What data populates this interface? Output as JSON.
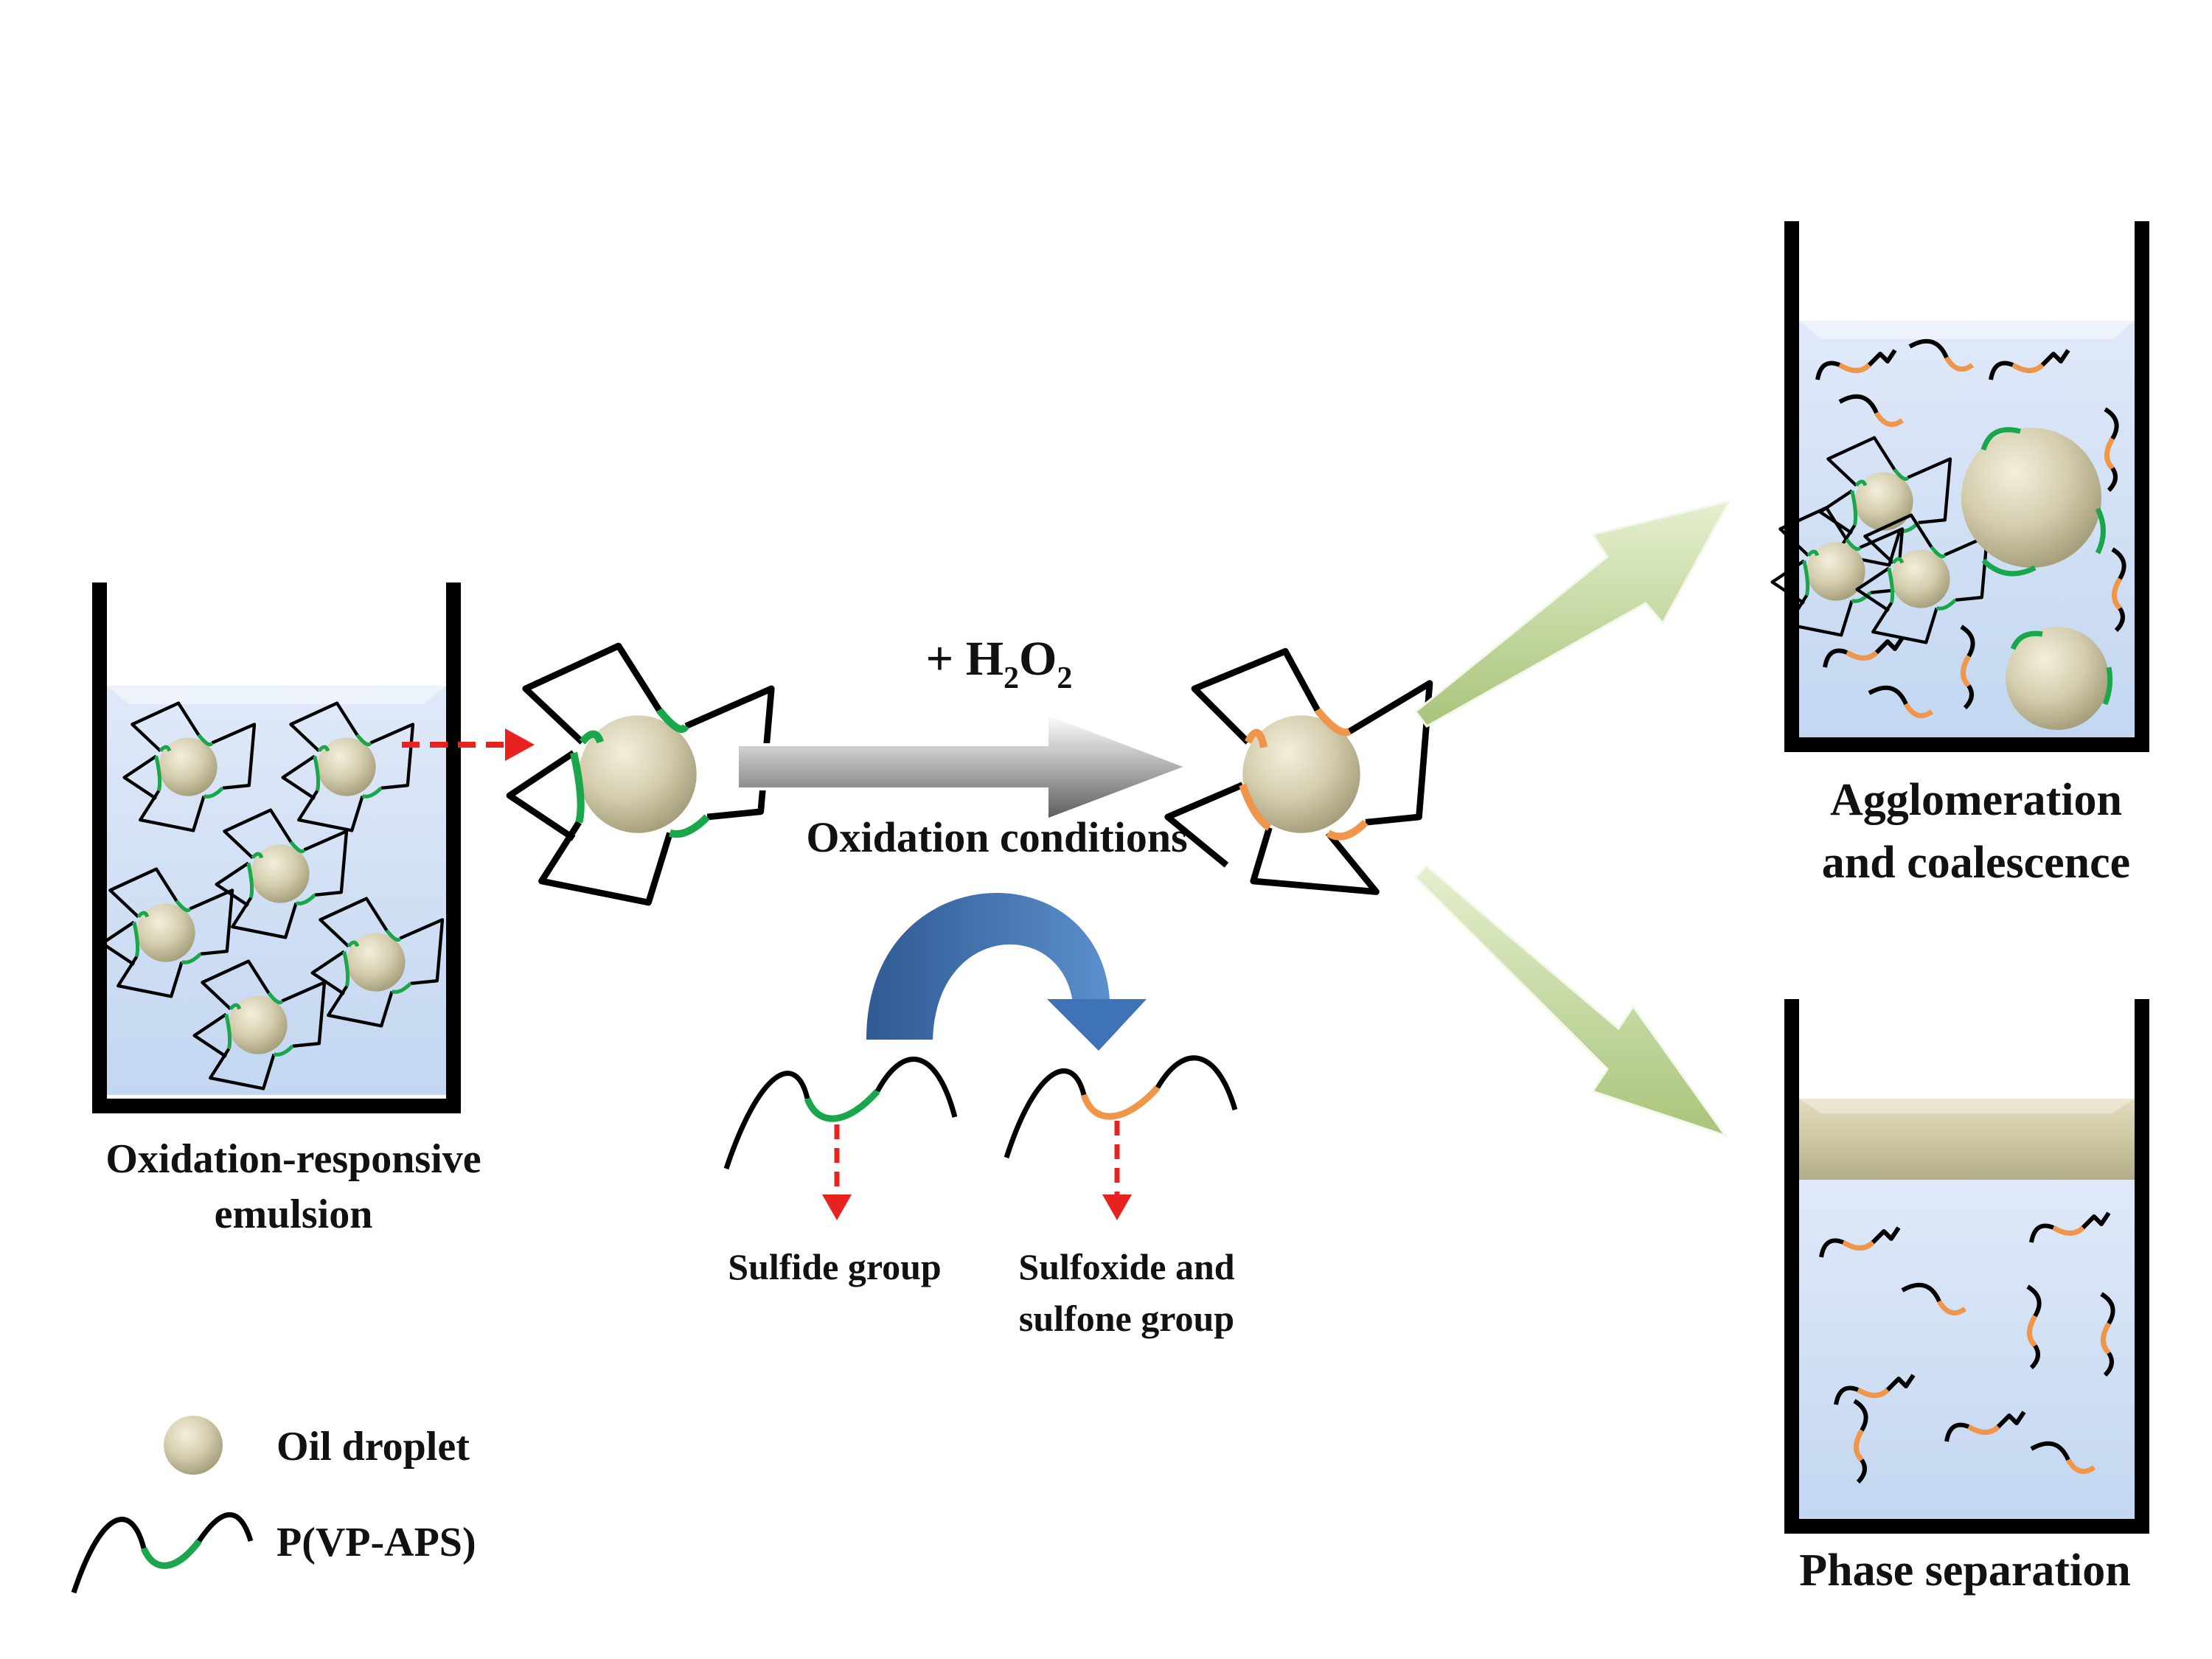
{
  "labels": {
    "emulsion_line1": "Oxidation-responsive",
    "emulsion_line2": "emulsion",
    "reagent_prefix": "+ H",
    "reagent_sub1": "2",
    "reagent_o": "O",
    "reagent_sub2": "2",
    "oxidation_conditions": "Oxidation conditions",
    "sulfide_group": "Sulfide group",
    "sulfoxide_line1": "Sulfoxide and",
    "sulfoxide_line2": "sulfone group",
    "agglomeration_line1": "Agglomeration",
    "agglomeration_line2": "and coalescence",
    "phase_separation": "Phase separation",
    "legend_oil": "Oil droplet",
    "legend_polymer": "P(VP-APS)"
  },
  "colors": {
    "sulfide_segment": "#1aa64a",
    "oxidized_segment": "#f0964a",
    "polymer_chain": "#000000",
    "oil_droplet": "#cdc7a5",
    "water": "#cfe0f6",
    "transition_arrow": "#4f7fc0",
    "red_marker": "#e8231f",
    "outcome_arrows": "#c5d9a0",
    "process_arrow": "#707070"
  }
}
